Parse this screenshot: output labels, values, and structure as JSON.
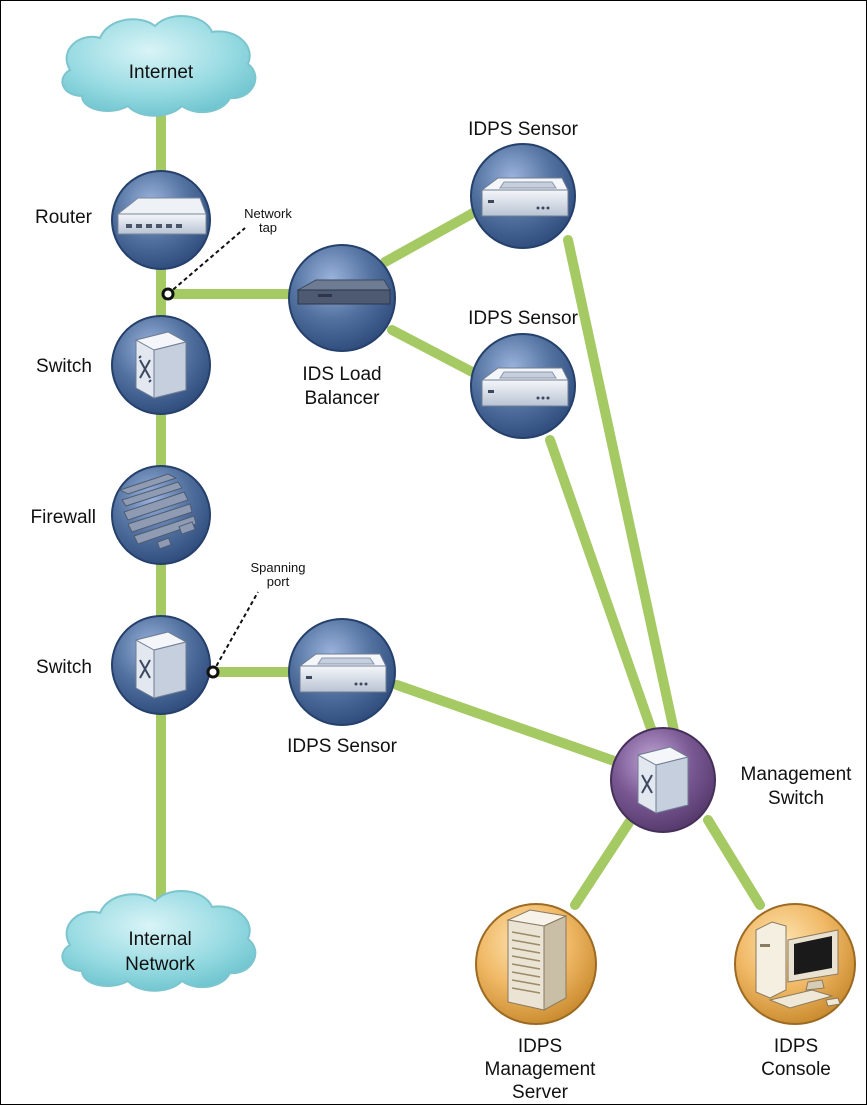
{
  "nodes": {
    "internet": "Internet",
    "router": "Router",
    "network_tap": [
      "Network",
      "tap"
    ],
    "switch_top": "Switch",
    "firewall": "Firewall",
    "spanning_port": [
      "Spanning",
      "port"
    ],
    "switch_bottom": "Switch",
    "internal_network": [
      "Internal",
      "Network"
    ],
    "ids_load_balancer": [
      "IDS Load",
      "Balancer"
    ],
    "idps_sensor_top": "IDPS Sensor",
    "idps_sensor_middle": "IDPS Sensor",
    "idps_sensor_bottom": "IDPS Sensor",
    "management_switch": [
      "Management",
      "Switch"
    ],
    "idps_management_server": [
      "IDPS",
      "Management",
      "Server"
    ],
    "idps_console": [
      "IDPS",
      "Console"
    ]
  },
  "colors": {
    "link": "#a5c963",
    "network_device": "#3d5f96",
    "management_switch": "#6a4a83",
    "server_console": "#e7a74a",
    "cloud": "#8fd6df"
  }
}
